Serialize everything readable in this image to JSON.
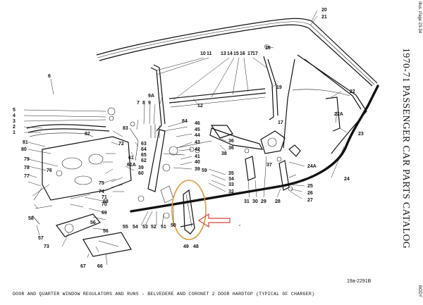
{
  "page": {
    "catalog_title": "1970-71 PASSENGER CAR PARTS CATALOG",
    "illustration_ref": "Illus. Page 23-34",
    "section_tag": "BODY",
    "figure_id": "19a-2291B",
    "caption": "DOOR AND QUARTER WINDOW REGULATORS AND RUNS - BELVEDERE AND CORONET 2 DOOR HARDTOP (TYPICAL OF CHARGER)"
  },
  "colors": {
    "ink": "#111111",
    "highlight_circle": "#e0983a",
    "pointer_arrow": "#d84040",
    "background": "#ffffff"
  },
  "callouts": [
    {
      "id": "c20",
      "text": "20"
    },
    {
      "id": "c21",
      "text": "21"
    },
    {
      "id": "c18",
      "text": "18"
    },
    {
      "id": "c10",
      "text": "10"
    },
    {
      "id": "c11",
      "text": "11"
    },
    {
      "id": "c13",
      "text": "13"
    },
    {
      "id": "c14",
      "text": "14"
    },
    {
      "id": "c15",
      "text": "15"
    },
    {
      "id": "c16",
      "text": "16"
    },
    {
      "id": "c17a",
      "text": "17"
    },
    {
      "id": "c19",
      "text": "19"
    },
    {
      "id": "c22",
      "text": "22"
    },
    {
      "id": "c22a",
      "text": "22A"
    },
    {
      "id": "c23",
      "text": "23"
    },
    {
      "id": "c24",
      "text": "24"
    },
    {
      "id": "c24a",
      "text": "24A"
    },
    {
      "id": "c25",
      "text": "25"
    },
    {
      "id": "c26",
      "text": "26"
    },
    {
      "id": "c27",
      "text": "27"
    },
    {
      "id": "c28",
      "text": "28"
    },
    {
      "id": "c29",
      "text": "29"
    },
    {
      "id": "c30",
      "text": "30"
    },
    {
      "id": "c31",
      "text": "31"
    },
    {
      "id": "c32",
      "text": "32"
    },
    {
      "id": "c33",
      "text": "33"
    },
    {
      "id": "c34",
      "text": "34"
    },
    {
      "id": "c35",
      "text": "35"
    },
    {
      "id": "c36",
      "text": "36"
    },
    {
      "id": "c37",
      "text": "37"
    },
    {
      "id": "c38",
      "text": "38"
    },
    {
      "id": "c39",
      "text": "39"
    },
    {
      "id": "c40",
      "text": "40"
    },
    {
      "id": "c41",
      "text": "41"
    },
    {
      "id": "c42",
      "text": "42"
    },
    {
      "id": "c43",
      "text": "43"
    },
    {
      "id": "c44",
      "text": "44"
    },
    {
      "id": "c45",
      "text": "45"
    },
    {
      "id": "c46",
      "text": "46"
    },
    {
      "id": "c48",
      "text": "48"
    },
    {
      "id": "c49",
      "text": "49"
    },
    {
      "id": "c50",
      "text": "50"
    },
    {
      "id": "c51",
      "text": "51"
    },
    {
      "id": "c52",
      "text": "52"
    },
    {
      "id": "c53",
      "text": "53"
    },
    {
      "id": "c54",
      "text": "54"
    },
    {
      "id": "c55",
      "text": "55"
    },
    {
      "id": "c56",
      "text": "56"
    },
    {
      "id": "c57",
      "text": "57"
    },
    {
      "id": "c58",
      "text": "58"
    },
    {
      "id": "c59",
      "text": "59"
    },
    {
      "id": "c60",
      "text": "60"
    },
    {
      "id": "c61",
      "text": "61"
    },
    {
      "id": "c61a",
      "text": "61A"
    },
    {
      "id": "c62",
      "text": "62"
    },
    {
      "id": "c63",
      "text": "63"
    },
    {
      "id": "c64",
      "text": "64"
    },
    {
      "id": "c65",
      "text": "65"
    },
    {
      "id": "c66",
      "text": "66"
    },
    {
      "id": "c67",
      "text": "67"
    },
    {
      "id": "c68",
      "text": "68"
    },
    {
      "id": "c69",
      "text": "69"
    },
    {
      "id": "c70",
      "text": "70"
    },
    {
      "id": "c71",
      "text": "71"
    },
    {
      "id": "c72",
      "text": "72"
    },
    {
      "id": "c73",
      "text": "73"
    },
    {
      "id": "c74",
      "text": "74"
    },
    {
      "id": "c75",
      "text": "75"
    },
    {
      "id": "c76",
      "text": "76"
    },
    {
      "id": "c77",
      "text": "77"
    },
    {
      "id": "c78",
      "text": "78"
    },
    {
      "id": "c79",
      "text": "79"
    },
    {
      "id": "c80",
      "text": "80"
    },
    {
      "id": "c81",
      "text": "81"
    },
    {
      "id": "c82",
      "text": "82"
    },
    {
      "id": "c83",
      "text": "83"
    },
    {
      "id": "c84",
      "text": "84"
    },
    {
      "id": "c1",
      "text": "1"
    },
    {
      "id": "c2",
      "text": "2"
    },
    {
      "id": "c3",
      "text": "3"
    },
    {
      "id": "c4",
      "text": "4"
    },
    {
      "id": "c5",
      "text": "5"
    },
    {
      "id": "c6",
      "text": "6"
    },
    {
      "id": "c7",
      "text": "7"
    },
    {
      "id": "c8",
      "text": "8"
    },
    {
      "id": "c9",
      "text": "9"
    },
    {
      "id": "c9a",
      "text": "9A"
    },
    {
      "id": "c12",
      "text": "12"
    },
    {
      "id": "c17b",
      "text": "17"
    },
    {
      "id": "c17c",
      "text": "17"
    },
    {
      "id": "c39b",
      "text": "39"
    },
    {
      "id": "c56b",
      "text": "56"
    },
    {
      "id": "c36b",
      "text": "36"
    }
  ]
}
